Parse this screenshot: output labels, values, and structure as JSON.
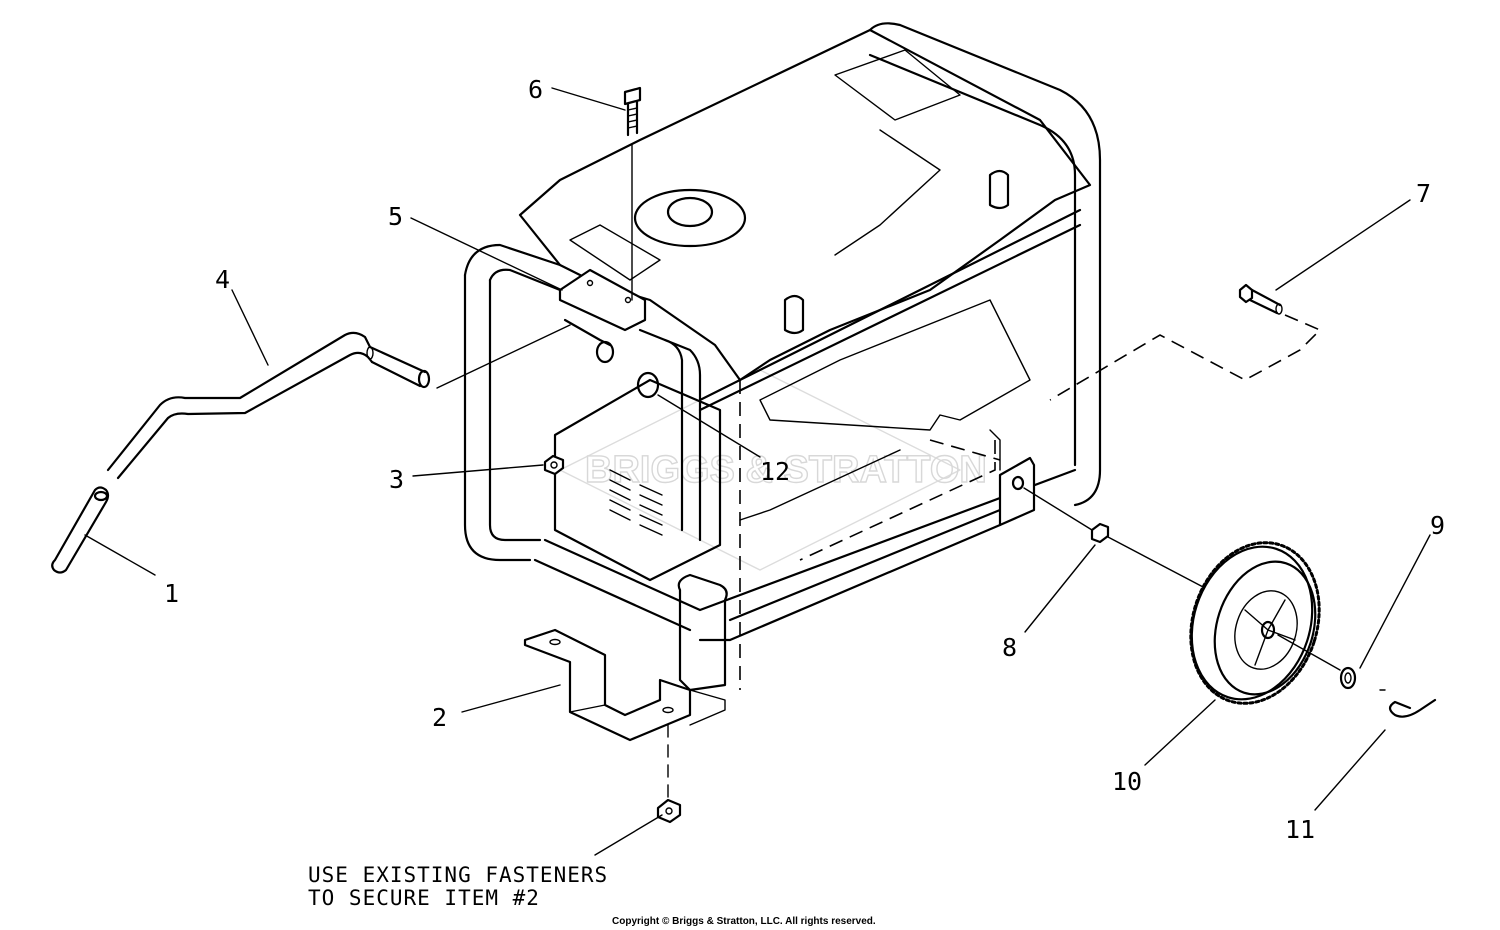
{
  "diagram": {
    "callouts": [
      "1",
      "2",
      "3",
      "4",
      "5",
      "6",
      "7",
      "8",
      "9",
      "10",
      "11",
      "12"
    ],
    "note_line1": "USE EXISTING FASTENERS",
    "note_line2": "TO SECURE ITEM #2",
    "watermark_text": "BRIGGS & STRATTON",
    "copyright": "Copyright © Briggs & Stratton, LLC. All rights reserved."
  }
}
